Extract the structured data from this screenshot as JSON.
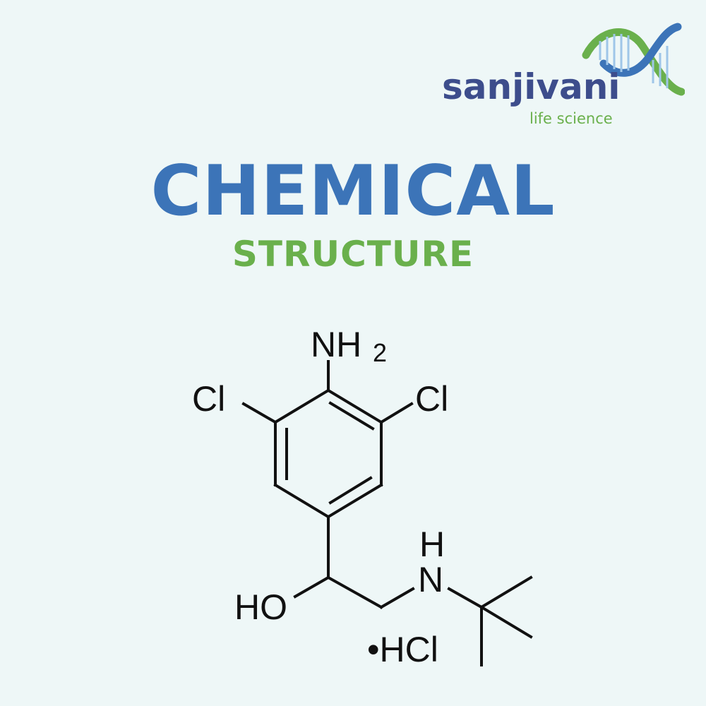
{
  "brand": {
    "wordmark": "sanjivani",
    "tagline": "life science",
    "colors": {
      "navy": "#3d4d8c",
      "green": "#6ab04c",
      "blue": "#3c74b8"
    },
    "icon": "dna-helix-icon"
  },
  "heading": {
    "title": "CHEMICAL",
    "subtitle": "STRUCTURE"
  },
  "structure": {
    "labels": {
      "amine": "NH",
      "amine_sub": "2",
      "chloro_left": "Cl",
      "chloro_right": "Cl",
      "hydroxyl": "HO",
      "nh_h": "H",
      "nh_n": "N",
      "salt": "•HCl"
    }
  }
}
